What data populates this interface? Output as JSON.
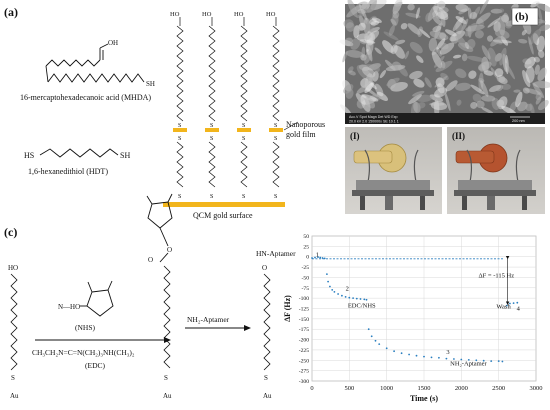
{
  "panels": {
    "a": "(a)",
    "b": "(b)",
    "c": "(c)"
  },
  "panel_a": {
    "mhda_oh": "OH",
    "mhda_sh": "SH",
    "mhda_name": "16-mercaptohexadecanoic acid (MHDA)",
    "hdt_hs": "HS",
    "hdt_sh": "SH",
    "hdt_name": "1,6-hexanedithiol (HDT)",
    "chain_oh": "HO",
    "chain_s": "S",
    "film_label_1": "Nanoporous",
    "film_label_2": "gold film",
    "surface_label": "QCM gold surface",
    "colors": {
      "gold": "#f2b51c"
    }
  },
  "panel_b": {
    "sem_scalebar": "200 nm",
    "sem_info": "Acc.V  Spot Magn   Det  WD  Exp",
    "sem_info2": "20.0 kV 2.0  150000x SE  10.1  1",
    "photo_1": "(I)",
    "photo_2": "(II)",
    "colors": {
      "electrode_1": "#d8c07a",
      "electrode_2": "#b5532f"
    }
  },
  "panel_c": {
    "ho": "HO",
    "au": "Au",
    "s": "S",
    "nho": "N—HO",
    "nhs_label": "(NHS)",
    "edc_formula": "CH₃CH₂N=C=N(CH₂)₃NH(CH₃)₂",
    "edc_label": "(EDC)",
    "arrow_label": "NH₂-Aptamer",
    "hn_aptamer": "HN-Aptamer",
    "carbonyl_o": "O",
    "ester_o": "O"
  },
  "chart_data": {
    "type": "scatter",
    "title": "",
    "xlabel": "Time (s)",
    "ylabel": "ΔF (Hz)",
    "xlim": [
      0,
      3000
    ],
    "ylim": [
      -300,
      50
    ],
    "xticks": [
      0,
      500,
      1000,
      1500,
      2000,
      2500,
      3000
    ],
    "yticks": [
      50,
      25,
      0,
      -25,
      -50,
      -75,
      -100,
      -125,
      -150,
      -175,
      -200,
      -225,
      -250,
      -275,
      -300
    ],
    "grid": true,
    "series": [
      {
        "points": [
          [
            0,
            -3
          ],
          [
            40,
            -2
          ],
          [
            80,
            -1
          ],
          [
            110,
            -2
          ],
          [
            140,
            -3
          ],
          [
            170,
            -4
          ],
          [
            200,
            -42
          ],
          [
            215,
            -60
          ],
          [
            240,
            -72
          ],
          [
            270,
            -80
          ],
          [
            300,
            -85
          ],
          [
            350,
            -90
          ],
          [
            400,
            -94
          ],
          [
            450,
            -97
          ],
          [
            500,
            -99
          ],
          [
            550,
            -100
          ],
          [
            600,
            -101
          ],
          [
            650,
            -102
          ],
          [
            700,
            -103
          ],
          [
            730,
            -104
          ],
          [
            760,
            -175
          ],
          [
            800,
            -192
          ],
          [
            850,
            -203
          ],
          [
            900,
            -211
          ],
          [
            1000,
            -221
          ],
          [
            1100,
            -228
          ],
          [
            1200,
            -233
          ],
          [
            1300,
            -236
          ],
          [
            1400,
            -239
          ],
          [
            1500,
            -241
          ],
          [
            1600,
            -243
          ],
          [
            1700,
            -244
          ],
          [
            1800,
            -246
          ],
          [
            1900,
            -247
          ],
          [
            2000,
            -248
          ],
          [
            2100,
            -249
          ],
          [
            2200,
            -250
          ],
          [
            2300,
            -251
          ],
          [
            2400,
            -252
          ],
          [
            2500,
            -252
          ],
          [
            2550,
            -253
          ],
          [
            2610,
            -118
          ],
          [
            2650,
            -113
          ],
          [
            2700,
            -112
          ],
          [
            2750,
            -111
          ]
        ]
      }
    ],
    "reference_line": {
      "y": -5
    },
    "annotations": [
      {
        "text": "1",
        "x": 50,
        "y": 0
      },
      {
        "text": "2",
        "x": 450,
        "y": -82
      },
      {
        "text": "EDC/NHS",
        "x": 480,
        "y": -122
      },
      {
        "text": "3",
        "x": 1800,
        "y": -235
      },
      {
        "text": "NH₂-Aptamer",
        "x": 1850,
        "y": -262
      },
      {
        "text": "Wash",
        "x": 2470,
        "y": -125
      },
      {
        "text": "4",
        "x": 2740,
        "y": -130
      },
      {
        "text": "ΔF = -115 Hz",
        "x": 2230,
        "y": -50
      }
    ]
  }
}
